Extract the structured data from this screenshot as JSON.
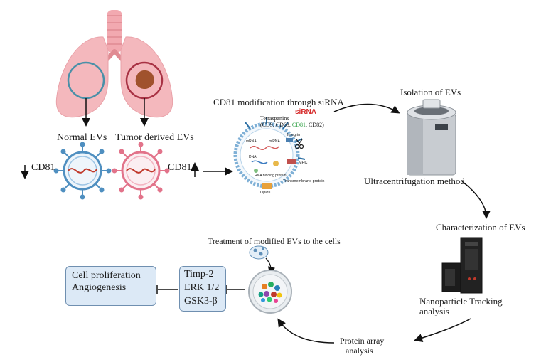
{
  "labels": {
    "normal_evs": "Normal EVs",
    "tumor_evs": "Tumor derived EVs",
    "cd81_left": "CD81",
    "cd81_right": "CD81",
    "modification": "CD81 modification through siRNA",
    "sirna": "siRNA",
    "tetraspanins": "Tetraspanins",
    "tetra_prefix": "(CD9, CD63, ",
    "tetra_cd81": "CD81",
    "tetra_suffix": ", CD82)",
    "isolation": "Isolation of EVs",
    "ultracentrifugation": "Ultracentrifugation method",
    "characterization": "Characterization of EVs",
    "nta_line1": "Nanoparticle Tracking",
    "nta_line2": "analysis",
    "protein_line1": "Protein array",
    "protein_line2": "analysis",
    "treatment": "Treatment of modified EVs to the cells"
  },
  "markers_box": {
    "line1": "Timp-2",
    "line2": "ERK 1/2",
    "line3": "GSK3-β"
  },
  "outcome_box": {
    "line1": "Cell proliferation",
    "line2": "Angiogenesis"
  },
  "ev_diagram_labels": [
    "Integrin",
    "MHC",
    "Transmembrane protein",
    "Lipids",
    "mRNA",
    "miRNA",
    "DNA",
    "RNA binding protein"
  ],
  "colors": {
    "lung": "#f4b8bd",
    "trachea": "#f2a9b0",
    "normal_circle": "#4a90a8",
    "tumor_circle": "#a83244",
    "tumor": "#a0522d",
    "ev_normal": "#4f8fc0",
    "ev_tumor": "#e2738a",
    "sirna": "#d62d2d",
    "cd81_green": "#2ea043",
    "box_fill": "#dce9f6",
    "box_border": "#6f8fb0"
  }
}
